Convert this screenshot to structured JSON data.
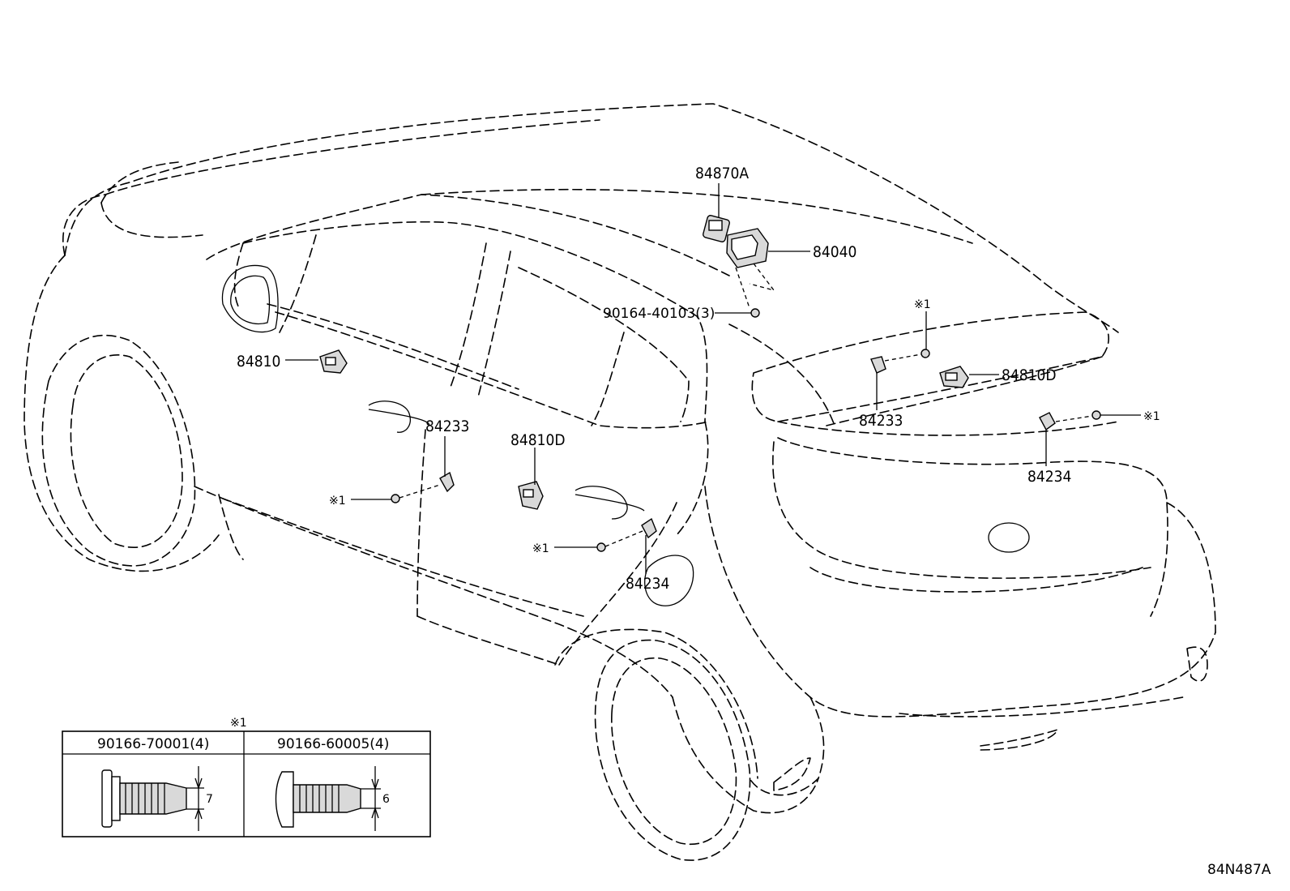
{
  "callouts": {
    "p84870A": "84870A",
    "p84040": "84040",
    "p90164": "90164-40103(3)",
    "p84810": "84810",
    "p84233_left": "84233",
    "p84810D_door": "84810D",
    "note1_left": "※1",
    "note1_mid": "※1",
    "p84234_door": "84234",
    "note1_roof": "※1",
    "p84233_rear": "84233",
    "p84810D_rear": "84810D",
    "note1_right": "※1",
    "p84234_rear": "84234"
  },
  "inset": {
    "note": "※1",
    "col1_part": "90166-70001(4)",
    "col1_dim": "7",
    "col2_part": "90166-60005(4)",
    "col2_dim": "6"
  },
  "figure_code": "84N487A"
}
